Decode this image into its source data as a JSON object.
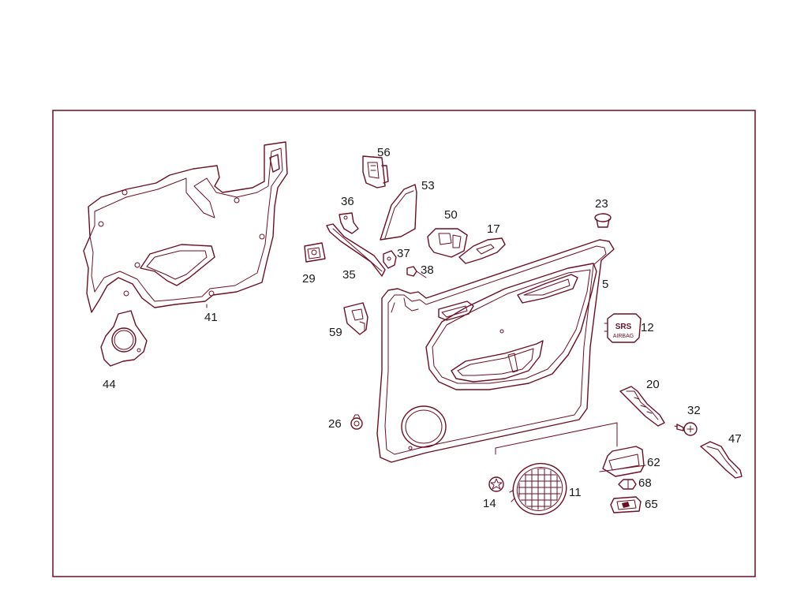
{
  "diagram": {
    "type": "exploded parts diagram",
    "colors": {
      "line": "#6b0f24",
      "frame": "#6b0f24",
      "label": "#1a1a1a",
      "background": "#ffffff"
    },
    "parts": [
      {
        "id": "56",
        "label": "56"
      },
      {
        "id": "53",
        "label": "53"
      },
      {
        "id": "36",
        "label": "36"
      },
      {
        "id": "50",
        "label": "50"
      },
      {
        "id": "17",
        "label": "17"
      },
      {
        "id": "23",
        "label": "23"
      },
      {
        "id": "37",
        "label": "37"
      },
      {
        "id": "38",
        "label": "38"
      },
      {
        "id": "29",
        "label": "29"
      },
      {
        "id": "35",
        "label": "35"
      },
      {
        "id": "5",
        "label": "5"
      },
      {
        "id": "41",
        "label": "41"
      },
      {
        "id": "59",
        "label": "59"
      },
      {
        "id": "12",
        "label": "12"
      },
      {
        "id": "44",
        "label": "44"
      },
      {
        "id": "20",
        "label": "20"
      },
      {
        "id": "32",
        "label": "32"
      },
      {
        "id": "26",
        "label": "26"
      },
      {
        "id": "47",
        "label": "47"
      },
      {
        "id": "62",
        "label": "62"
      },
      {
        "id": "68",
        "label": "68"
      },
      {
        "id": "11",
        "label": "11"
      },
      {
        "id": "14",
        "label": "14"
      },
      {
        "id": "65",
        "label": "65"
      }
    ],
    "badge_text": {
      "line1": "SRS",
      "line2": "AIRBAG"
    }
  }
}
